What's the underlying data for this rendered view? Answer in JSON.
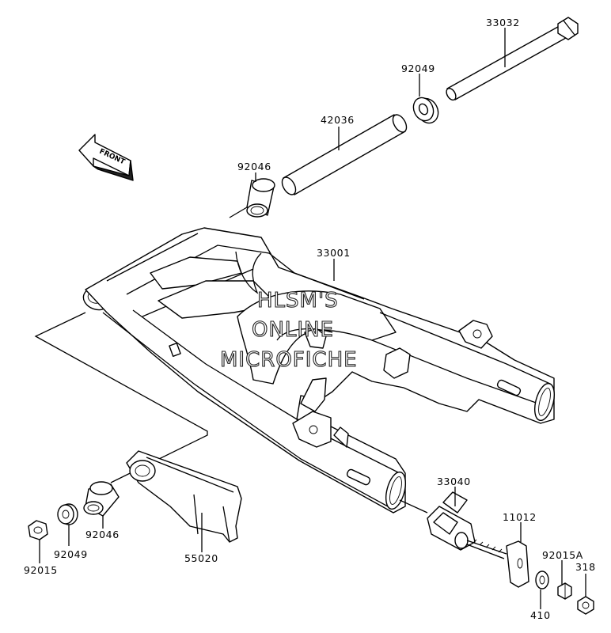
{
  "diagram": {
    "front_indicator": "FRONT",
    "watermark": [
      "HLSM'S",
      "ONLINE",
      "MICROFICHE"
    ],
    "part_labels": {
      "p33032": "33032",
      "p92049_top": "92049",
      "p42036": "42036",
      "p92046_top": "92046",
      "p33001": "33001",
      "p33040": "33040",
      "p11012": "11012",
      "p92015A": "92015A",
      "p318": "318",
      "p410": "410",
      "p55020": "55020",
      "p92046_bottom": "92046",
      "p92049_bottom": "92049",
      "p92015": "92015"
    }
  }
}
